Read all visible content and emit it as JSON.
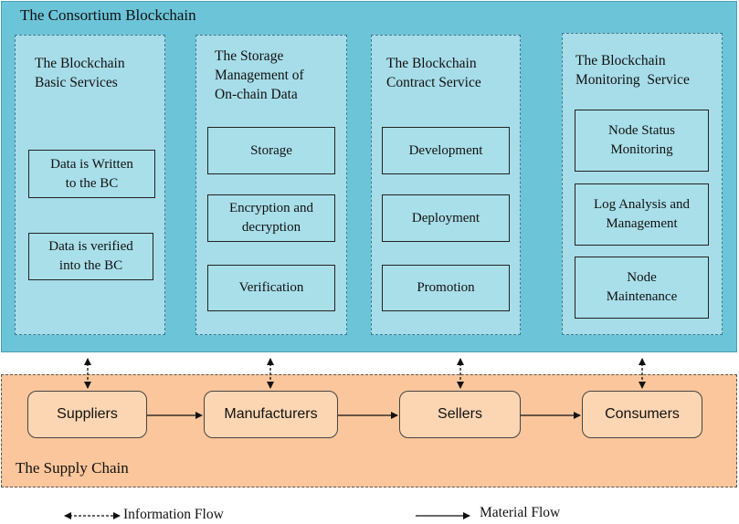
{
  "consortium": {
    "title": "The Consortium Blockchain",
    "services": [
      {
        "title_lines": [
          "The Blockchain",
          "Basic Services"
        ],
        "items": [
          {
            "lines": [
              "Data is Written",
              "to the BC"
            ]
          },
          {
            "lines": [
              "Data is verified",
              "into the BC"
            ]
          }
        ]
      },
      {
        "title_lines": [
          "The Storage",
          "Management of",
          "On-chain Data"
        ],
        "items": [
          {
            "lines": [
              "Storage"
            ]
          },
          {
            "lines": [
              "Encryption and",
              "decryption"
            ]
          },
          {
            "lines": [
              "Verification"
            ]
          }
        ]
      },
      {
        "title_lines": [
          "The Blockchain",
          "Contract Service"
        ],
        "items": [
          {
            "lines": [
              "Development"
            ]
          },
          {
            "lines": [
              "Deployment"
            ]
          },
          {
            "lines": [
              "Promotion"
            ]
          }
        ]
      },
      {
        "title_lines": [
          "The Blockchain",
          "Monitoring  Service"
        ],
        "items": [
          {
            "lines": [
              "Node Status",
              "Monitoring"
            ]
          },
          {
            "lines": [
              "Log Analysis and",
              "Management"
            ]
          },
          {
            "lines": [
              "Node",
              "Maintenance"
            ]
          }
        ]
      }
    ]
  },
  "supply_chain": {
    "title": "The Supply Chain",
    "actors": [
      "Suppliers",
      "Manufacturers",
      "Sellers",
      "Consumers"
    ]
  },
  "legend": {
    "information_flow": "Information Flow",
    "material_flow": "Material Flow"
  }
}
